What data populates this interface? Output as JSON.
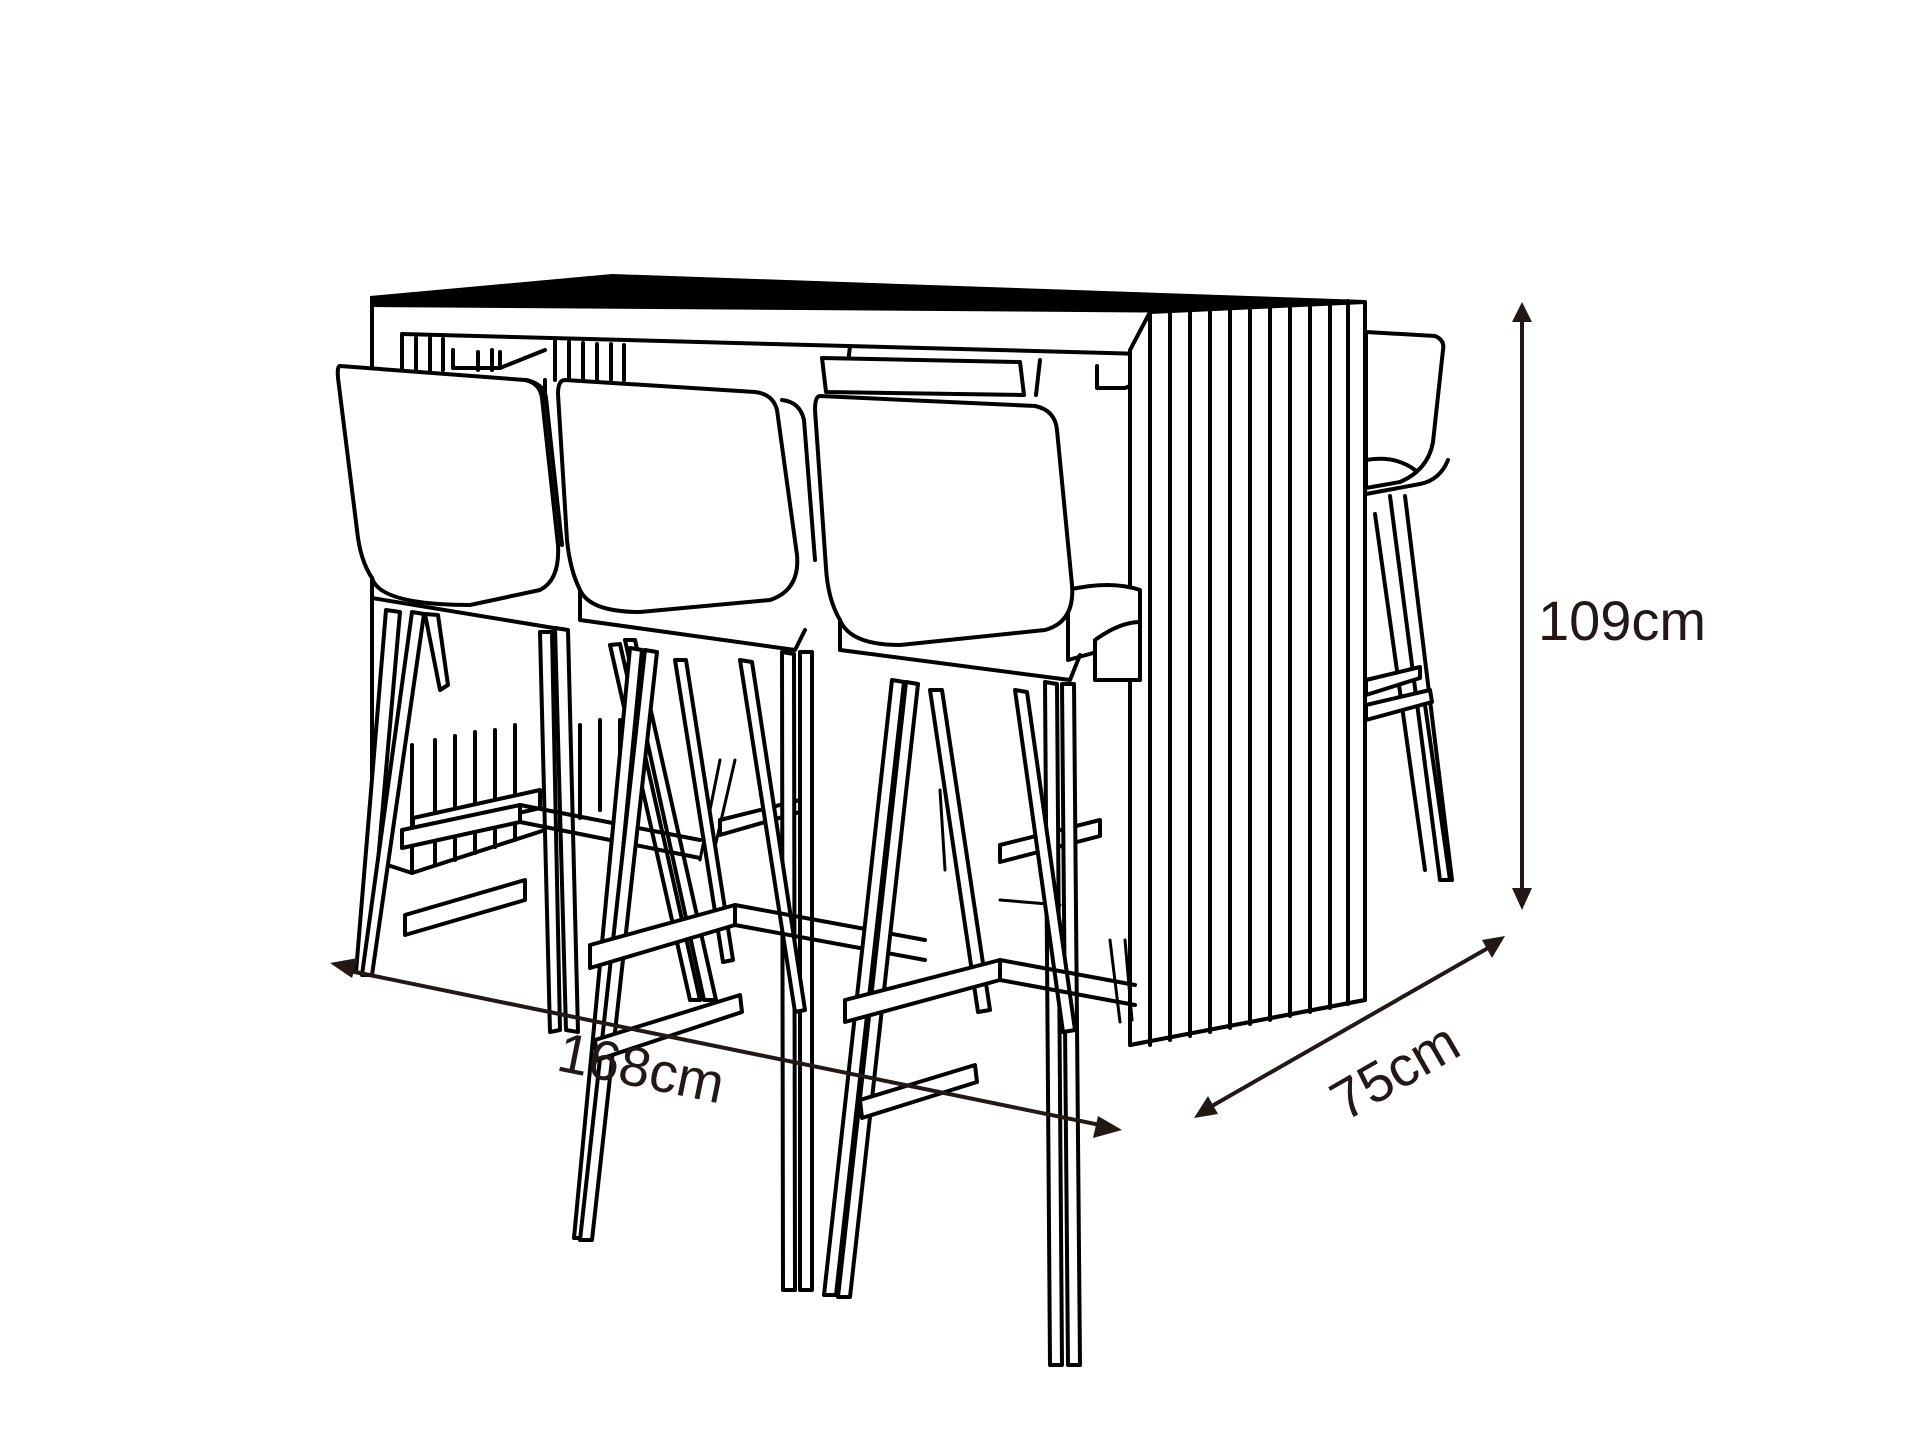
{
  "diagram": {
    "subject": "Bar table set with bar stools (line drawing)",
    "background_color": "#ffffff",
    "line_color": "#000000",
    "dimension_color": "#231815",
    "components": {
      "table": {
        "style": "slatted side panels, solid top"
      },
      "stools_front_count": 3,
      "stools_back_count": 3,
      "stools_side_count": 1
    },
    "dimensions": {
      "length": {
        "label": "168cm",
        "value": 168,
        "unit": "cm"
      },
      "depth": {
        "label": "75cm",
        "value": 75,
        "unit": "cm"
      },
      "height": {
        "label": "109cm",
        "value": 109,
        "unit": "cm"
      }
    }
  }
}
